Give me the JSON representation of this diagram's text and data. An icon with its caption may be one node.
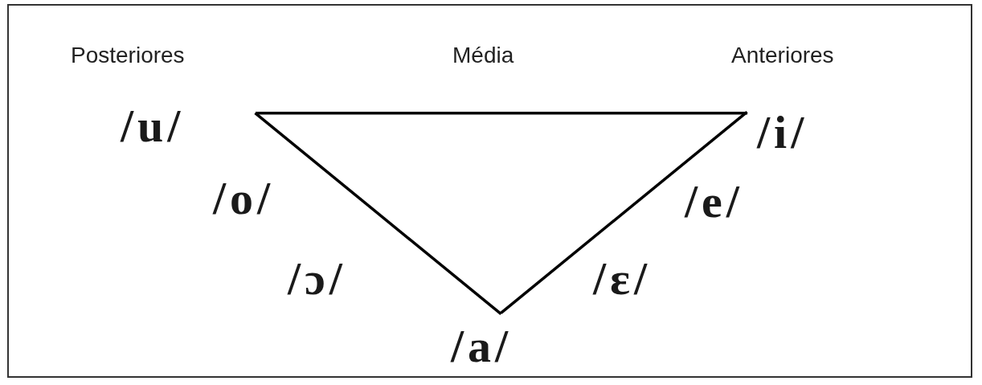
{
  "diagram": {
    "nodes": [
      {
        "text": [
          "/u/"
        ]
      },
      {
        "text": [
          "/i/"
        ]
      },
      {
        "text": [
          "/a/"
        ]
      }
    ],
    "edges": [
      {
        "from": 0,
        "to": 1,
        "arrow": "none"
      },
      {
        "from": 0,
        "to": 2,
        "arrow": "none"
      },
      {
        "from": 1,
        "to": 2,
        "arrow": "none"
      }
    ],
    "labels": [
      "Posteriores",
      "Média",
      "Anteriores",
      "/o/",
      "/e/",
      "/ɔ/",
      "/ɛ/"
    ]
  }
}
